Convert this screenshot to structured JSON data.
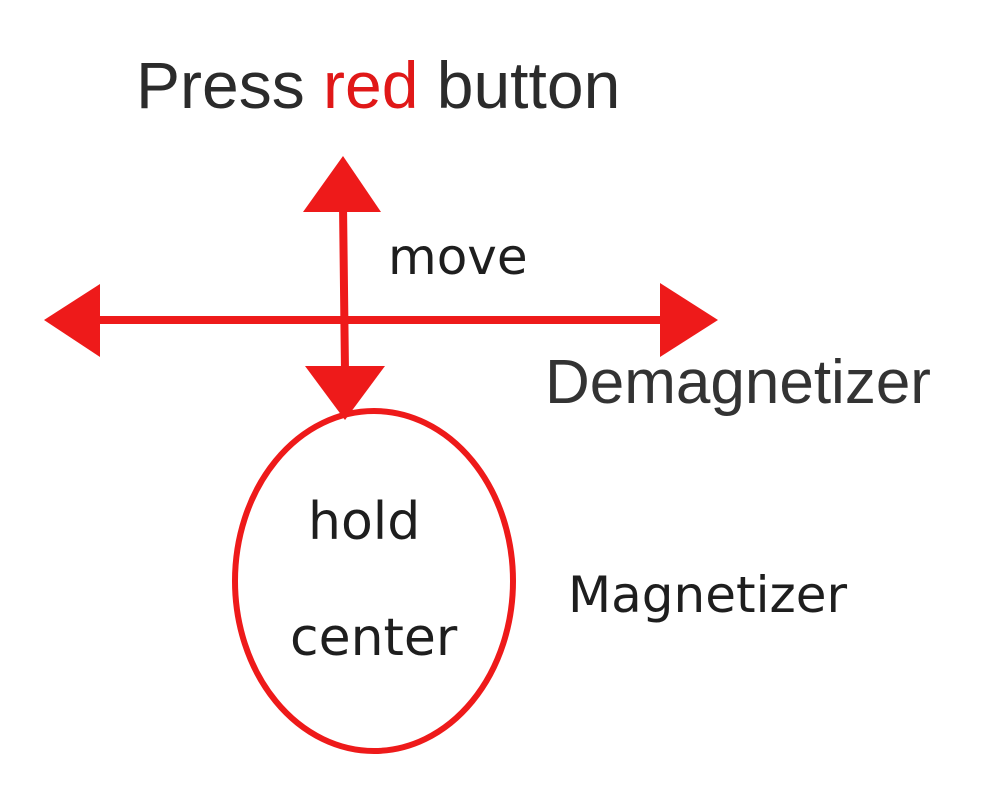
{
  "title": {
    "prefix": "Press ",
    "accent": "red",
    "suffix": " button"
  },
  "labels": {
    "move": "move",
    "demagnetizer": "Demagnetizer",
    "hold": "hold",
    "center": "center",
    "magnetizer": "Magnetizer"
  },
  "colors": {
    "accent": "#e01818",
    "text": "#2b2b2b"
  }
}
